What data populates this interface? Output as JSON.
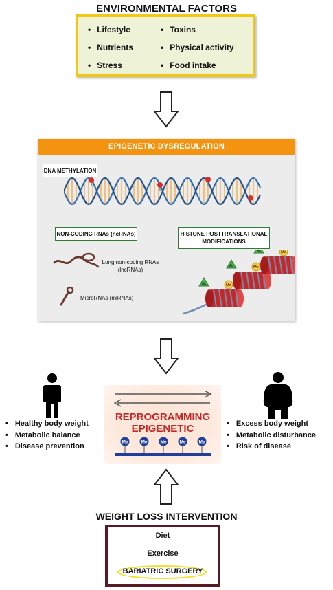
{
  "environmental": {
    "title": "ENVIRONMENTAL FACTORS",
    "items": [
      "Lifestyle",
      "Toxins",
      "Nutrients",
      "Physical activity",
      "Stress",
      "Food intake"
    ]
  },
  "epigenetic": {
    "header": "EPIGENETIC DYSREGULATION",
    "dna_methylation": "DNA METHYLATION",
    "ncrna": "NON-CODING RNAs (ncRNAs)",
    "histone_line1": "HISTONE POSTTRANSLATIONAL",
    "histone_line2": "MODIFICATIONS",
    "lncrna_line1": "Long non-coding RNAs",
    "lncrna_line2": "(lncRNAs)",
    "mirna": "MicroRNAs (miRNAs)",
    "histone_labels": [
      "Me",
      "Ac",
      "Me",
      "Ac",
      "Me",
      "Ac"
    ]
  },
  "healthy": {
    "items": [
      "Healthy body weight",
      "Metabolic balance",
      "Disease prevention"
    ]
  },
  "unhealthy": {
    "items": [
      "Excess body weight",
      "Metabolic disturbance",
      "Risk of disease"
    ]
  },
  "reprogramming": {
    "line1": "REPROGRAMMING",
    "line2": "EPIGENETIC",
    "me_labels": [
      "Me",
      "Me",
      "Me",
      "Me",
      "Me"
    ]
  },
  "weight_loss": {
    "title": "WEIGHT LOSS INTERVENTION",
    "items": [
      "Diet",
      "Exercise",
      "BARIATRIC SURGERY"
    ]
  },
  "colors": {
    "env_border": "#f1c816",
    "env_fill": "#eef3d8",
    "panel_header": "#f39310",
    "reprog_text": "#c62828",
    "wl_border": "#5a1a25",
    "dna_blue": "#2f6fb6",
    "dna_orange": "#f0a43a",
    "nucleosome": "#d32f2f"
  }
}
